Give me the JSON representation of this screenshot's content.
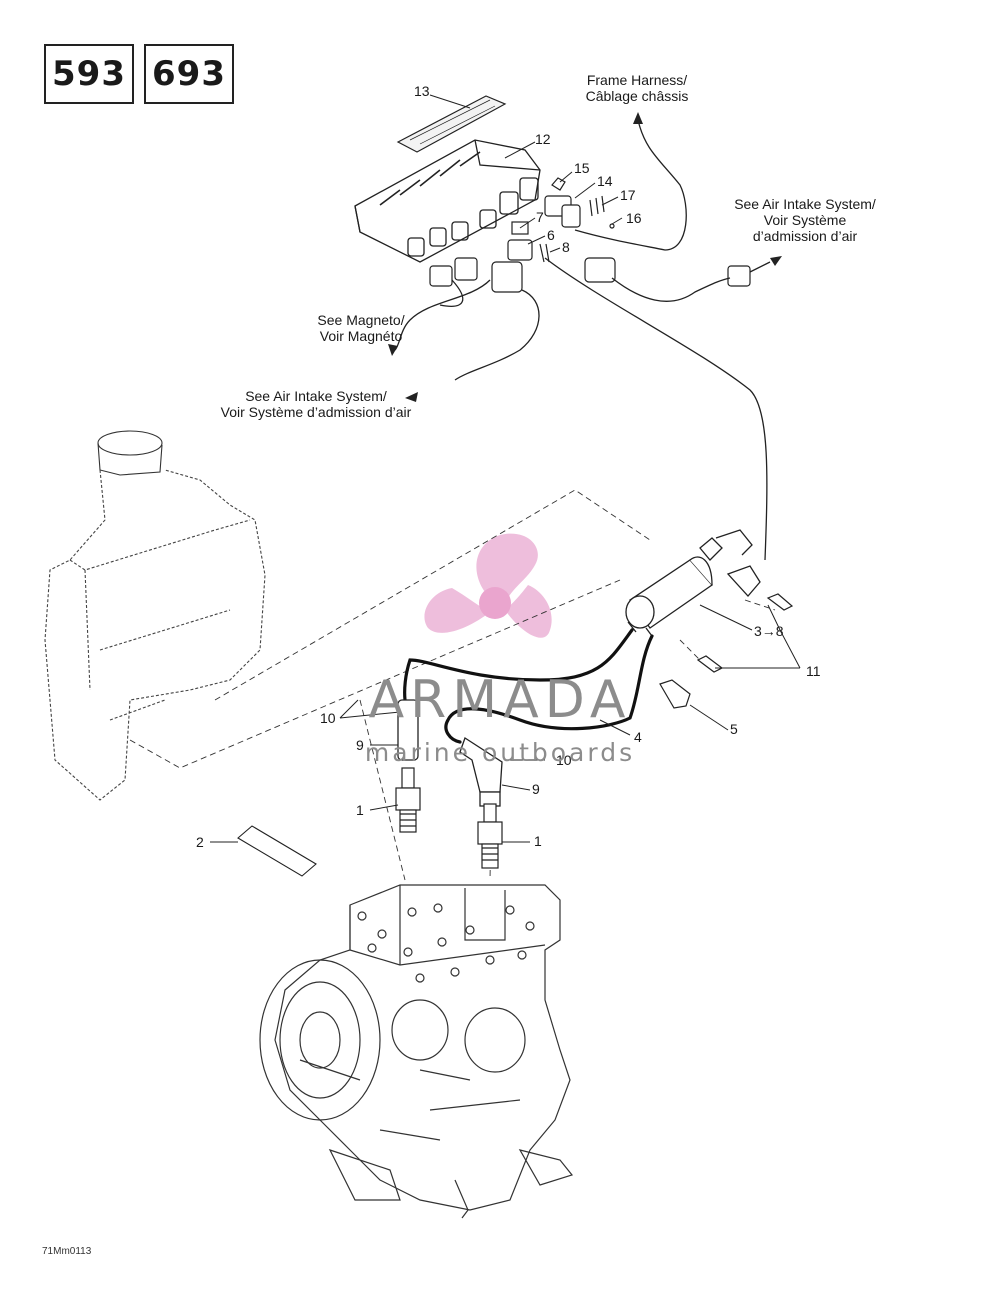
{
  "header": {
    "engine_badges": [
      "593",
      "693"
    ]
  },
  "callouts": {
    "frame_harness": [
      "Frame Harness/",
      "Câblage châssis"
    ],
    "air_intake_right": [
      "See Air Intake System/",
      "Voir Système",
      "d’admission d’air"
    ],
    "magneto": [
      "See Magneto/",
      "Voir Magnéto"
    ],
    "air_intake_left": [
      "See Air Intake System/",
      "Voir Système d’admission d’air"
    ]
  },
  "part_numbers": {
    "p13": "13",
    "p12": "12",
    "p15": "15",
    "p14": "14",
    "p17": "17",
    "p16": "16",
    "p7": "7",
    "p6": "6",
    "p8": "8",
    "p3_8": "3→8",
    "p11": "11",
    "p5": "5",
    "p4": "4",
    "p10_left": "10",
    "p9_left": "9",
    "p10_right": "10",
    "p9_right": "9",
    "p1_left": "1",
    "p1_right": "1",
    "p2": "2"
  },
  "watermark": {
    "brand": "ARMADA",
    "tagline": "marine outboards",
    "colors": {
      "propeller": "#e8a6cf",
      "text": "#8c8c8c"
    }
  },
  "figure_code": "71Mm0113"
}
